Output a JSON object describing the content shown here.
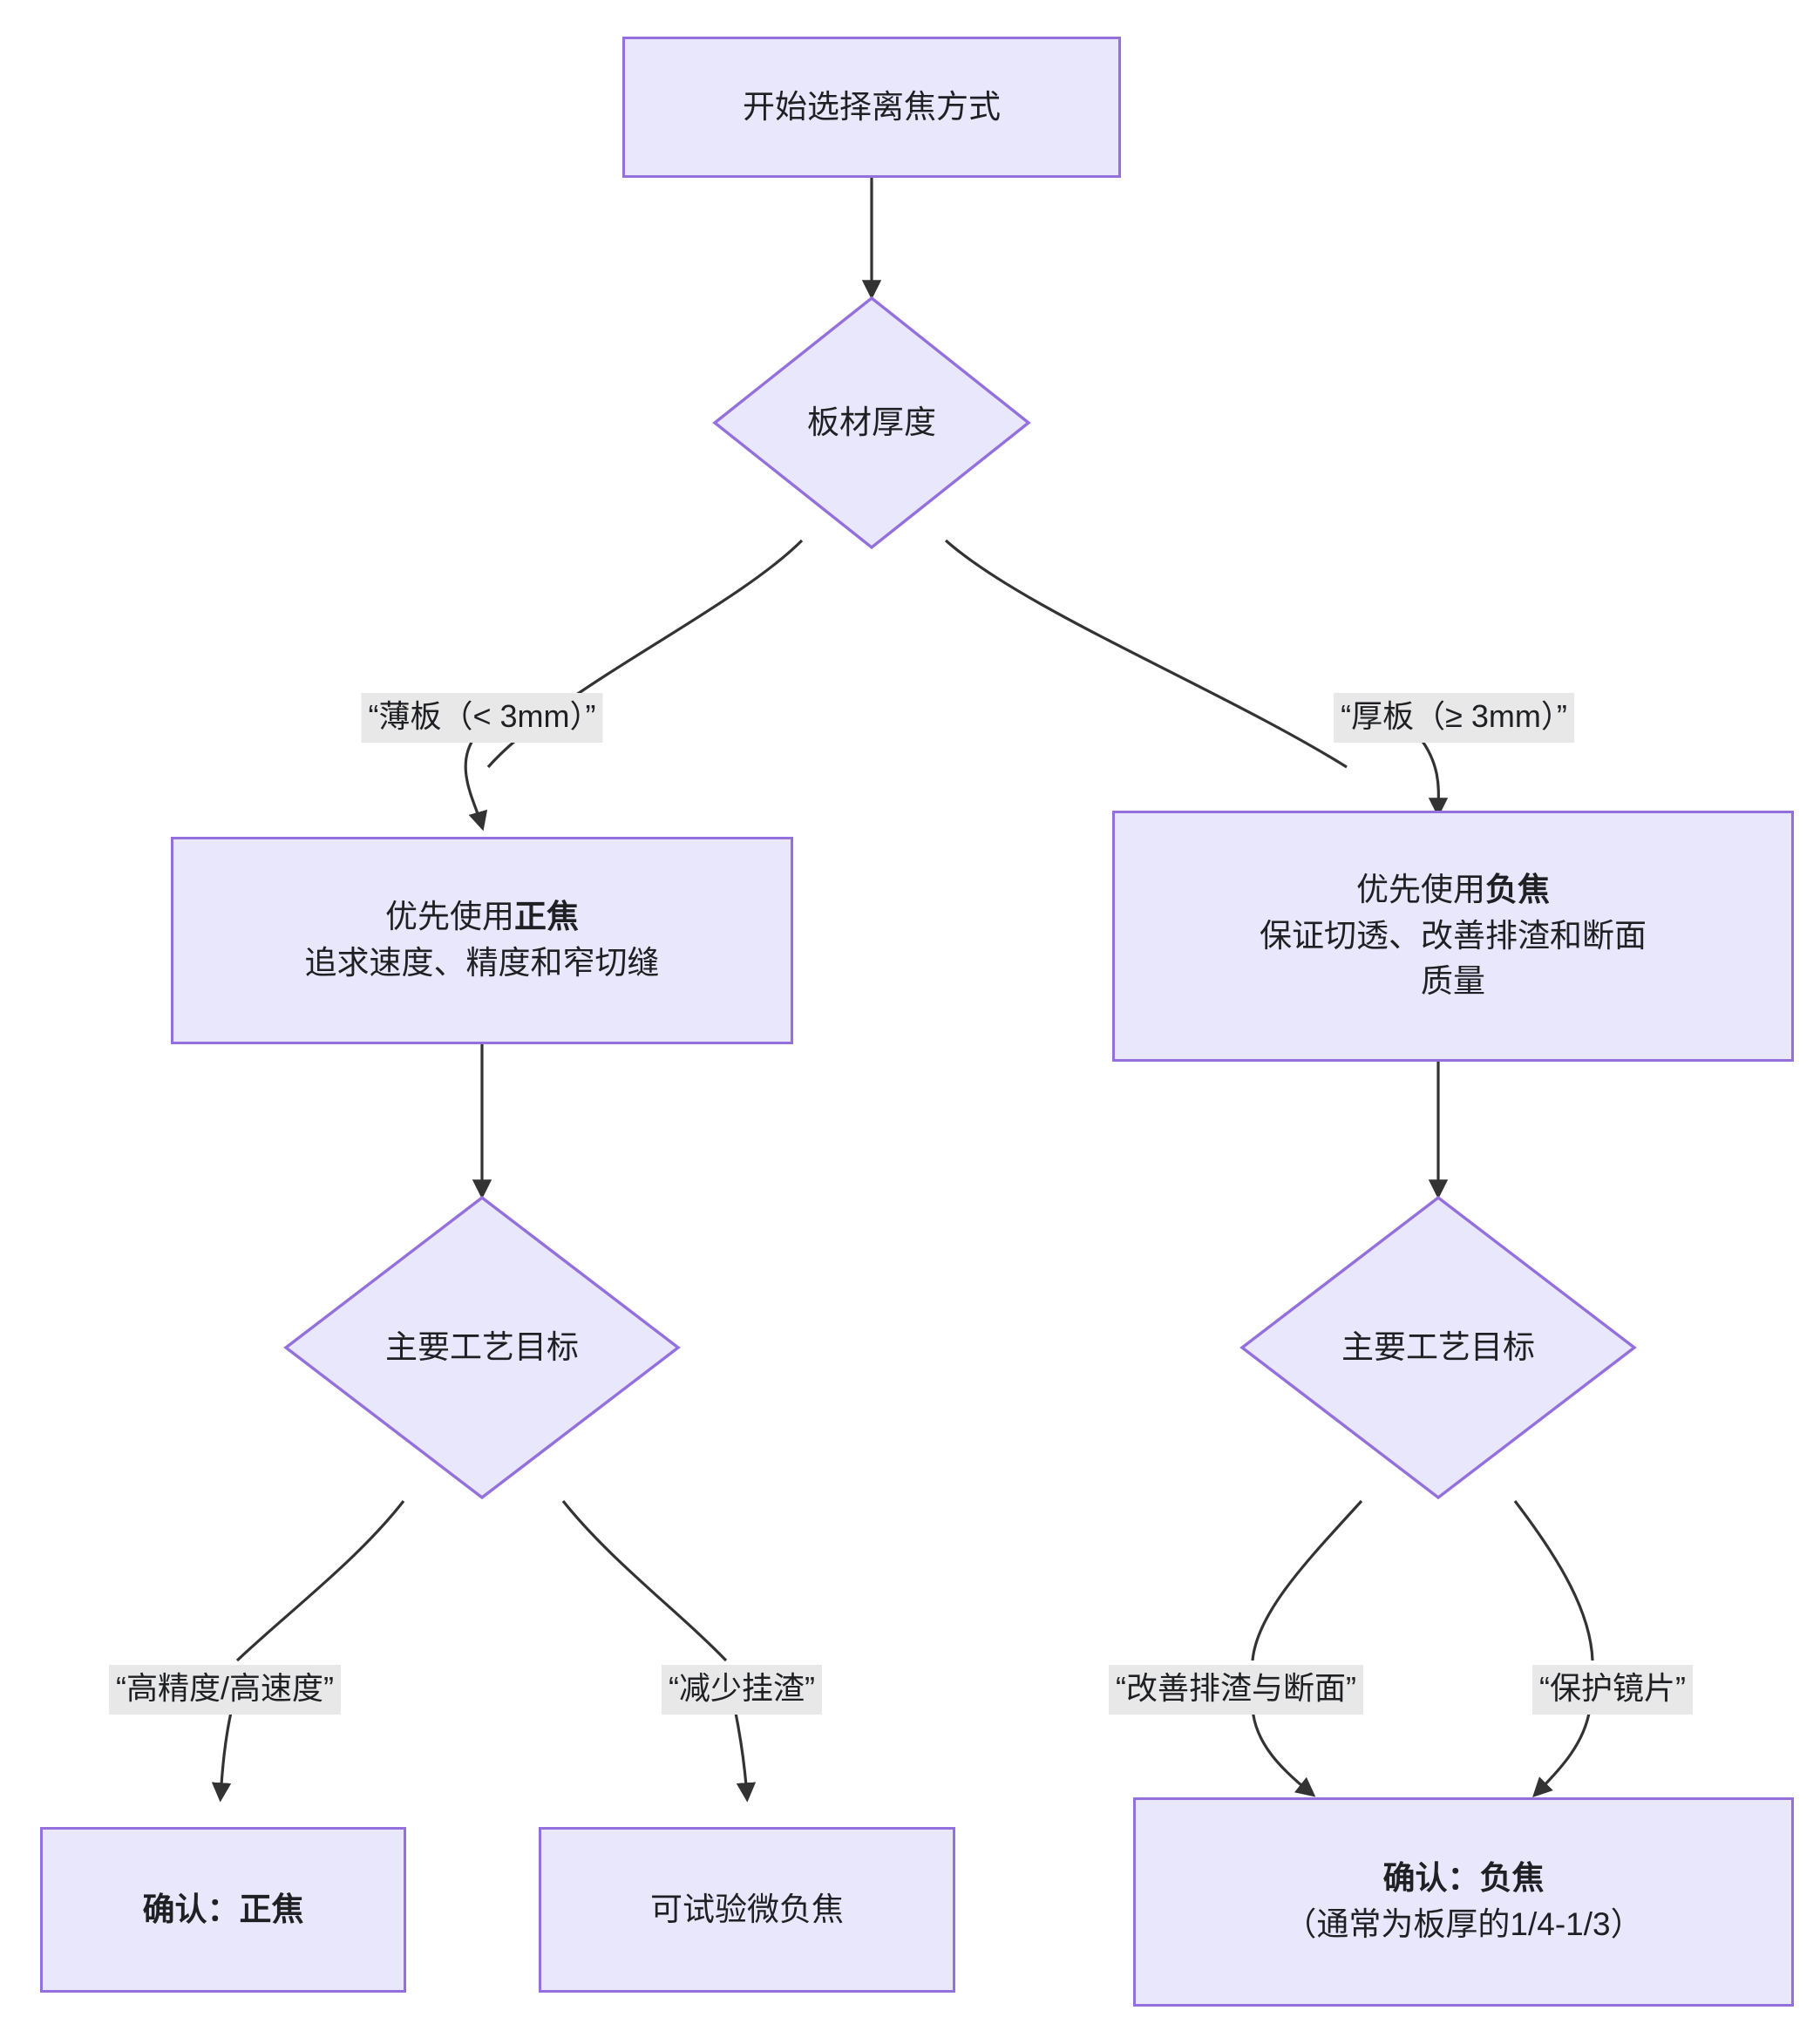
{
  "diagram": {
    "title": "离焦方式选择流程图",
    "type": "flowchart",
    "direction": "top-down",
    "theme": {
      "node_fill": "#e9e7fb",
      "node_stroke": "#9370db",
      "edge_stroke": "#333333",
      "edge_label_bg": "#e8e8e8",
      "text_color": "#1f2023",
      "background": "#ffffff"
    },
    "nodes": [
      {
        "id": "start",
        "shape": "rect",
        "lines": [
          {
            "text": "开始选择离焦方式",
            "bold": false
          }
        ]
      },
      {
        "id": "thickness",
        "shape": "diamond",
        "lines": [
          {
            "text": "板材厚度",
            "bold": false
          }
        ]
      },
      {
        "id": "thin-positive",
        "shape": "rect",
        "lines": [
          {
            "text": "优先使用",
            "bold": false,
            "strong_suffix": "正焦"
          },
          {
            "text": "追求速度、精度和窄切缝",
            "bold": false
          }
        ]
      },
      {
        "id": "thick-negative",
        "shape": "rect",
        "lines": [
          {
            "text": "优先使用",
            "bold": false,
            "strong_suffix": "负焦"
          },
          {
            "text": "保证切透、改善排渣和断面",
            "bold": false
          },
          {
            "text": "质量",
            "bold": false
          }
        ]
      },
      {
        "id": "goal-thin",
        "shape": "diamond",
        "lines": [
          {
            "text": "主要工艺目标",
            "bold": false
          }
        ]
      },
      {
        "id": "goal-thick",
        "shape": "diamond",
        "lines": [
          {
            "text": "主要工艺目标",
            "bold": false
          }
        ]
      },
      {
        "id": "confirm-positive",
        "shape": "rect",
        "lines": [
          {
            "text": "确认：正焦",
            "bold": true
          }
        ]
      },
      {
        "id": "try-micro-negative",
        "shape": "rect",
        "lines": [
          {
            "text": "可试验微负焦",
            "bold": false
          }
        ]
      },
      {
        "id": "confirm-negative",
        "shape": "rect",
        "lines": [
          {
            "text": "确认：负焦",
            "bold": true
          },
          {
            "text": "（通常为板厚的1/4-1/3）",
            "bold": false
          }
        ]
      }
    ],
    "edges": [
      {
        "from": "start",
        "to": "thickness",
        "label": ""
      },
      {
        "from": "thickness",
        "to": "thin-positive",
        "label": "“薄板（< 3mm）”"
      },
      {
        "from": "thickness",
        "to": "thick-negative",
        "label": "“厚板（≥ 3mm）”"
      },
      {
        "from": "thin-positive",
        "to": "goal-thin",
        "label": ""
      },
      {
        "from": "thick-negative",
        "to": "goal-thick",
        "label": ""
      },
      {
        "from": "goal-thin",
        "to": "confirm-positive",
        "label": "“高精度/高速度”"
      },
      {
        "from": "goal-thin",
        "to": "try-micro-negative",
        "label": "“减少挂渣”"
      },
      {
        "from": "goal-thick",
        "to": "confirm-negative",
        "label": "“改善排渣与断面”"
      },
      {
        "from": "goal-thick",
        "to": "confirm-negative",
        "label": "“保护镜片”"
      }
    ]
  },
  "text": {
    "start": "开始选择离焦方式",
    "thickness": "板材厚度",
    "thin_line1_plain": "优先使用",
    "thin_line1_bold": "正焦",
    "thin_line2": "追求速度、精度和窄切缝",
    "thick_line1_plain": "优先使用",
    "thick_line1_bold": "负焦",
    "thick_line2": "保证切透、改善排渣和断面",
    "thick_line3": "质量",
    "goal_thin": "主要工艺目标",
    "goal_thick": "主要工艺目标",
    "confirm_positive": "确认：正焦",
    "try_micro_negative": "可试验微负焦",
    "confirm_negative_line1": "确认：负焦",
    "confirm_negative_line2": "（通常为板厚的1/4-1/3）",
    "label_thin": "“薄板（< 3mm）”",
    "label_thick": "“厚板（≥ 3mm）”",
    "label_high_precision": "“高精度/高速度”",
    "label_reduce_dross": "“减少挂渣”",
    "label_improve_dross_section": "“改善排渣与断面”",
    "label_protect_lens": "“保护镜片”"
  }
}
